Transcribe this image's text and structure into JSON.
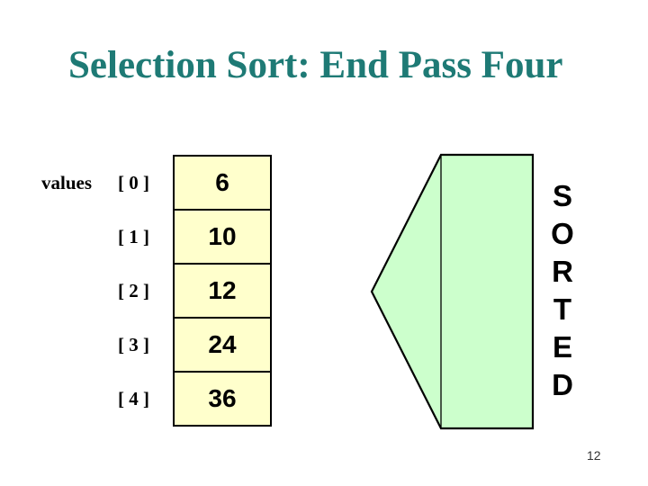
{
  "slide": {
    "title": "Selection Sort: End Pass Four",
    "page_number": "12"
  },
  "colors": {
    "slide_background": "#FFFFFF",
    "title_text": "#1E7A75",
    "label_text": "#000000",
    "cell_background": "#FFFFCC",
    "cell_border": "#000000",
    "arrow_fill": "#CCFFCC",
    "arrow_border": "#000000",
    "sorted_text": "#000000",
    "page_number_text": "#333333"
  },
  "array": {
    "name_label": "values",
    "rows": [
      {
        "index_label": "[ 0 ]",
        "value": "6"
      },
      {
        "index_label": "[ 1 ]",
        "value": "10"
      },
      {
        "index_label": "[ 2 ]",
        "value": "12"
      },
      {
        "index_label": "[ 3 ]",
        "value": "24"
      },
      {
        "index_label": "[ 4 ]",
        "value": "36"
      }
    ]
  },
  "sorted_marker": {
    "label": "SORTED",
    "letters": [
      "S",
      "O",
      "R",
      "T",
      "E",
      "D"
    ]
  }
}
